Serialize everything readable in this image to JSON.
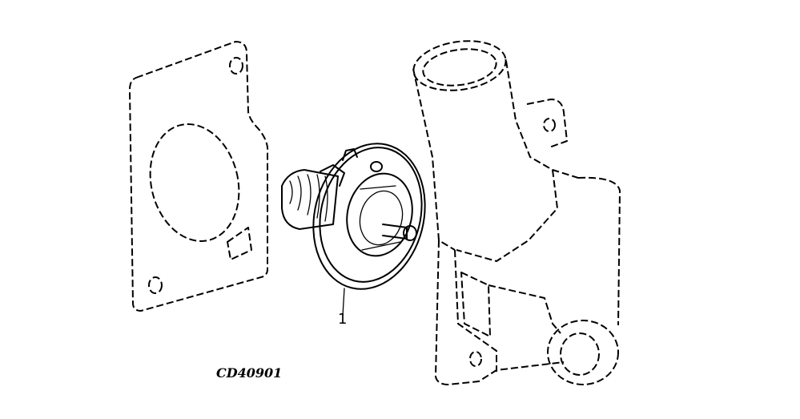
{
  "figure": {
    "figure_id": "CD40901",
    "callouts": [
      {
        "number": "1",
        "part": "thermostat"
      }
    ]
  },
  "colors": {
    "ink": "#000000",
    "background": "#ffffff"
  }
}
